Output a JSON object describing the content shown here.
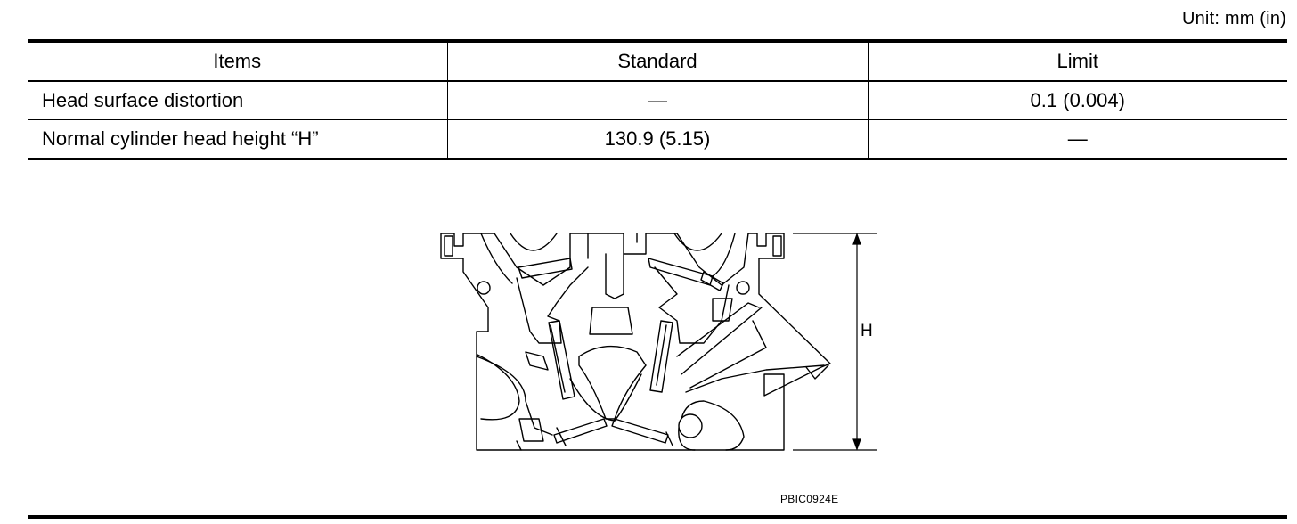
{
  "unit_label": "Unit: mm (in)",
  "table": {
    "headers": [
      "Items",
      "Standard",
      "Limit"
    ],
    "rows": [
      {
        "item": "Head surface distortion",
        "standard": "—",
        "limit": "0.1 (0.004)"
      },
      {
        "item": "Normal cylinder head height “H”",
        "standard": "130.9 (5.15)",
        "limit": "—"
      }
    ]
  },
  "figure": {
    "dimension_label": "H",
    "code": "PBIC0924E"
  }
}
